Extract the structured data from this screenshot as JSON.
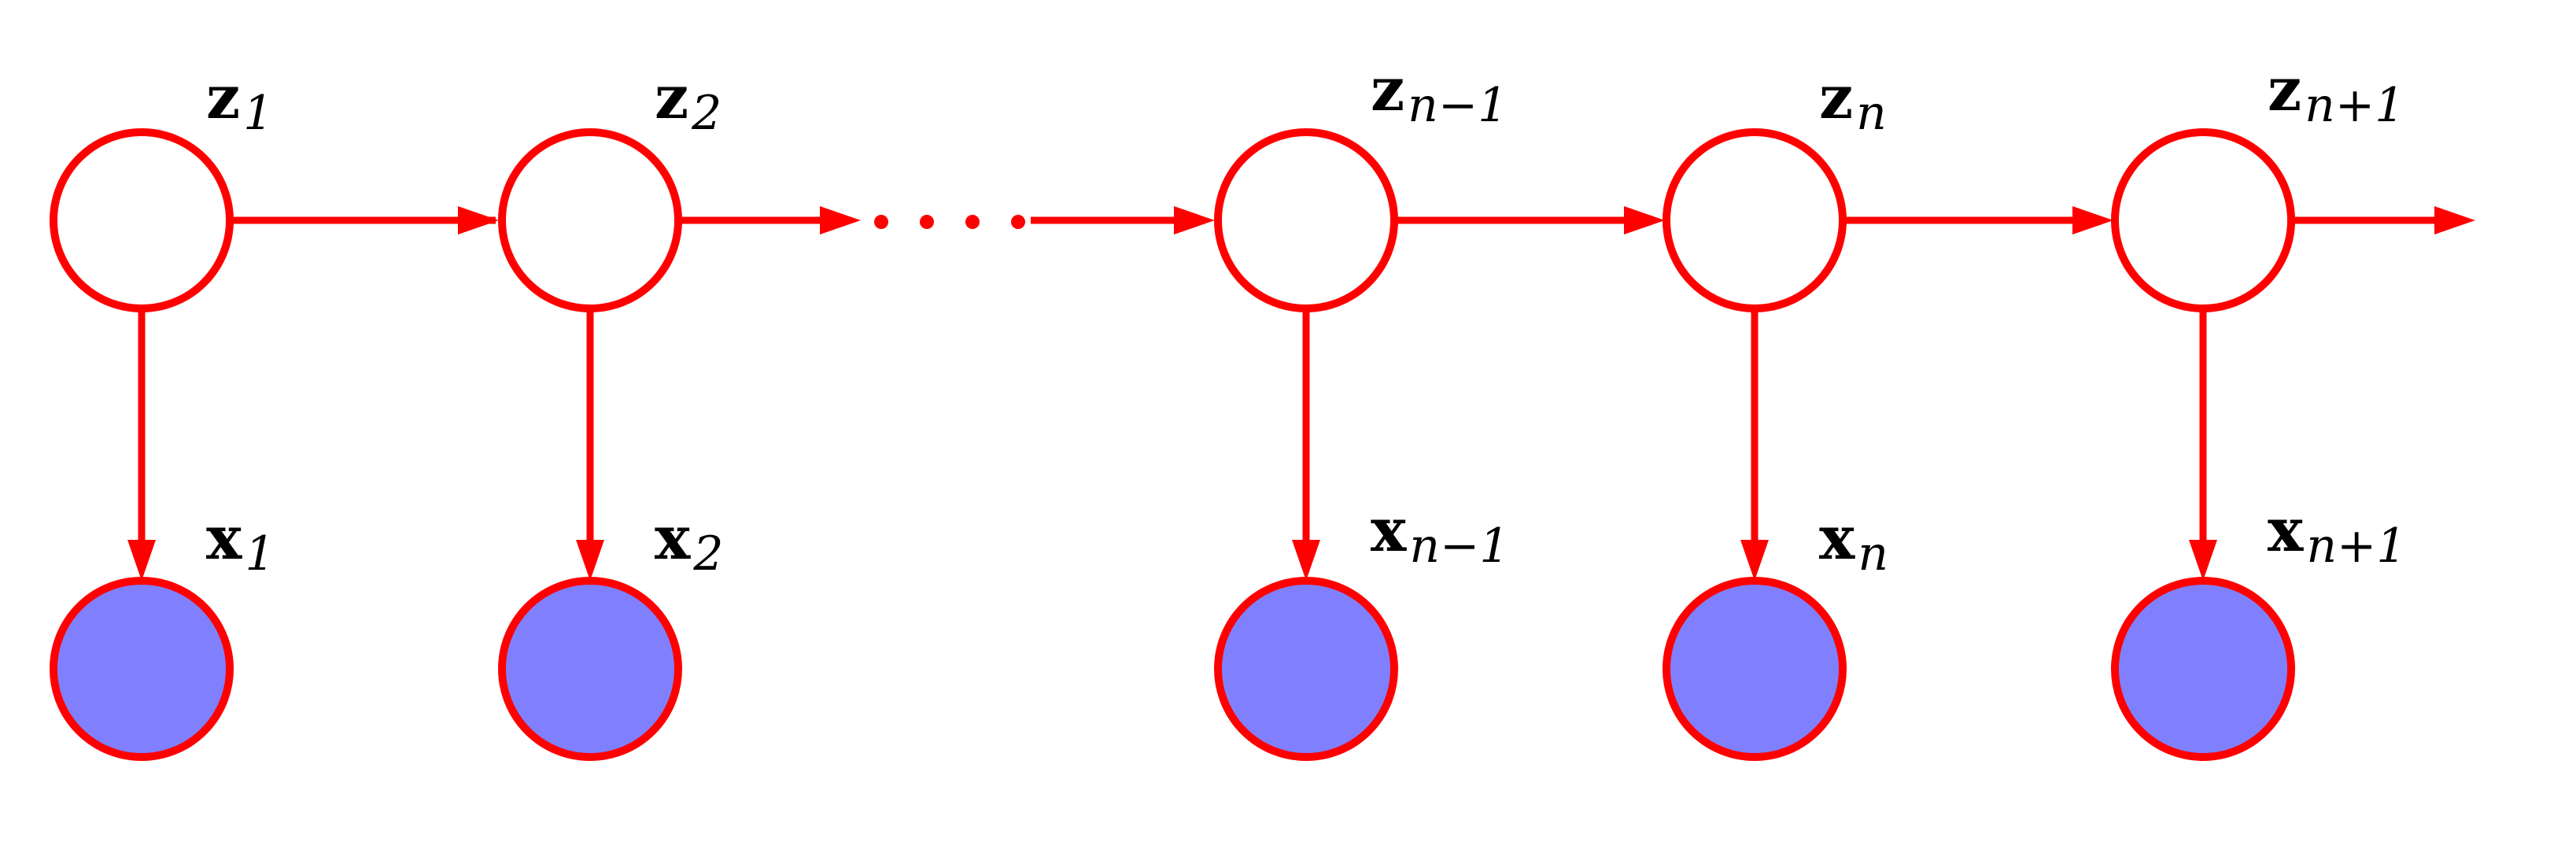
{
  "colors": {
    "edge": "#ff0000",
    "latent_fill": "#ffffff",
    "observed_fill": "#8080ff",
    "label": "#000000"
  },
  "latent_nodes": [
    {
      "id": "z1",
      "base": "z",
      "sub": "1"
    },
    {
      "id": "z2",
      "base": "z",
      "sub": "2"
    },
    {
      "id": "zn-1",
      "base": "z",
      "sub": "n−1"
    },
    {
      "id": "zn",
      "base": "z",
      "sub": "n"
    },
    {
      "id": "zn+1",
      "base": "z",
      "sub": "n+1"
    }
  ],
  "observed_nodes": [
    {
      "id": "x1",
      "base": "x",
      "sub": "1"
    },
    {
      "id": "x2",
      "base": "x",
      "sub": "2"
    },
    {
      "id": "xn-1",
      "base": "x",
      "sub": "n−1"
    },
    {
      "id": "xn",
      "base": "x",
      "sub": "n"
    },
    {
      "id": "xn+1",
      "base": "x",
      "sub": "n+1"
    }
  ],
  "ellipsis": "· · · ·"
}
